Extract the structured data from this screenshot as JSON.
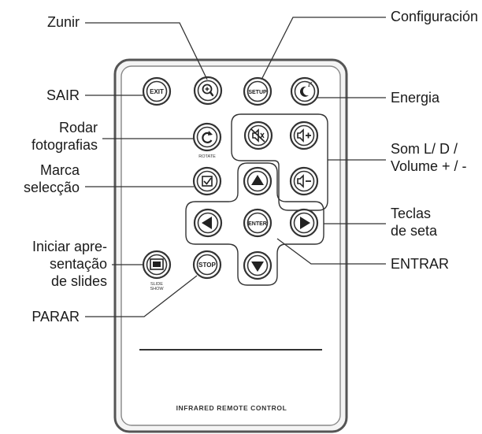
{
  "callouts": {
    "zoom": "Zunir",
    "setup": "Configuración",
    "exit": "SAIR",
    "power": "Energia",
    "rotate_line1": "Rodar",
    "rotate_line2": "fotografias",
    "sound_line1": "Som L/ D /",
    "sound_line2": "Volume + / -",
    "mark_line1": "Marca",
    "mark_line2": "selecção",
    "arrows_line1": "Teclas",
    "arrows_line2": "de seta",
    "slideshow_line1": "Iniciar apre-",
    "slideshow_line2": "sentação",
    "slideshow_line3": "de slides",
    "enter": "ENTRAR",
    "stop": "PARAR"
  },
  "remote": {
    "exit_btn": "EXIT",
    "setup_btn": "SETUP",
    "enter_btn": "ENTER",
    "stop_btn": "STOP",
    "rotate_caption": "ROTATE",
    "slideshow_caption_1": "SLIDE",
    "slideshow_caption_2": "SHOW",
    "footer": "INFRARED REMOTE CONTROL"
  },
  "icons": [
    "zoom-icon",
    "power-icon",
    "mute-icon",
    "volume-up-icon",
    "volume-down-icon",
    "rotate-icon",
    "checkbox-icon",
    "arrow-up-icon",
    "arrow-left-icon",
    "arrow-right-icon",
    "arrow-down-icon",
    "slideshow-icon"
  ]
}
